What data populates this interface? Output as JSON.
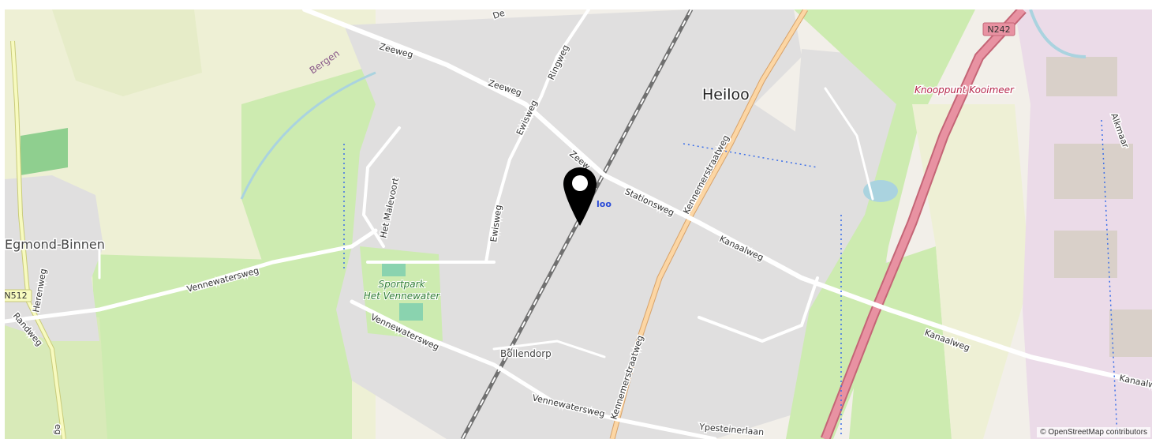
{
  "map": {
    "attribution": "© OpenStreetMap contributors",
    "marker_icon": "map-pin-icon",
    "colors": {
      "land": "#f2efe9",
      "farmland": "#eef0d5",
      "meadow": "#cdebb0",
      "residential": "#e0dfdf",
      "industrial": "#ebdbe8",
      "water": "#aad3df",
      "motorway": "#e892a2",
      "primary": "#fcd6a4",
      "secondary": "#f7fabf",
      "marker": "#000000"
    },
    "labels": {
      "town_heiloo": "Heiloo",
      "town_egmond": "Egmond-Binnen",
      "place_bergen": "Bergen",
      "place_bollendorp": "Bollendorp",
      "place_knooppunt": "Knooppunt Kooimeer",
      "station_suffix": "loo",
      "sportpark_line1": "Sportpark",
      "sportpark_line2": "Het Vennewater",
      "road_n242": "N242",
      "road_n512": "N512",
      "road_zeeweg_1": "Zeeweg",
      "road_zeeweg_2": "Zeeweg",
      "road_zeeweg_3": "Zeew",
      "road_de": "De",
      "road_ringweg": "Ringweg",
      "road_ewisweg_1": "Ewisweg",
      "road_ewisweg_2": "Ewisweg",
      "road_malevoort": "Het Malevoort",
      "road_stationsweg": "Stationsweg",
      "road_kanaalweg_1": "Kanaalweg",
      "road_kanaalweg_2": "Kanaalweg",
      "road_kanaalweg_3": "Kanaalw",
      "road_kennemer_1": "Kennemerstraatweg",
      "road_kennemer_2": "Kennemerstraatweg",
      "road_vennewatersweg_1": "Vennewatersweg",
      "road_vennewatersweg_2": "Vennewatersweg",
      "road_vennewatersweg_3": "Vennewatersweg",
      "road_herenweg": "Herenweg",
      "road_randweg": "Randweg",
      "road_alkmaar": "Alkmaar",
      "road_ypestein": "Ypesteinerlaan",
      "road_bottom_left": "eg"
    }
  }
}
